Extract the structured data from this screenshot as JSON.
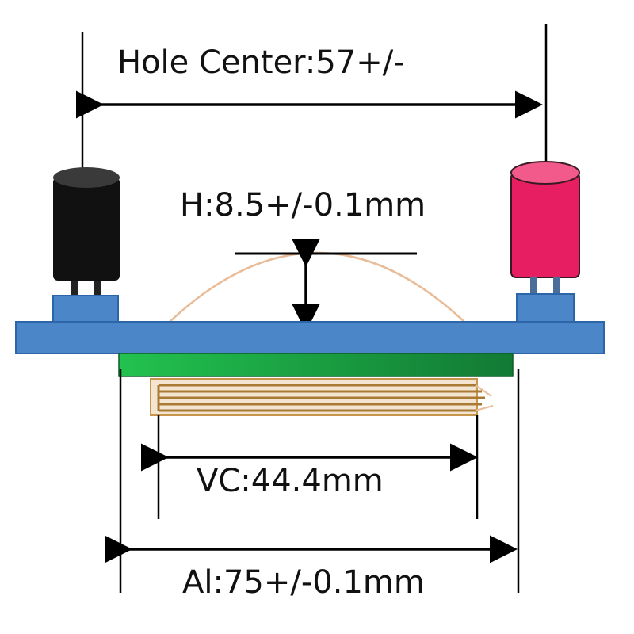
{
  "labels": {
    "hole_center": "Hole Center:57+/-",
    "height": "H:8.5+/-0.1mm",
    "vc": "VC:44.4mm",
    "al": "Al:75+/-0.1mm"
  },
  "colors": {
    "board_blue": "#4a86c8",
    "board_edge": "#2d66a8",
    "green_bar": "#1fae4a",
    "green_dark": "#127a34",
    "black_cylinder": "#111111",
    "red_cylinder": "#e81e63",
    "red_cylinder_top": "#f25a8c",
    "arc_color": "#e9bb96",
    "copper": "#c8964a",
    "line": "#000000"
  },
  "icons": {
    "left_cylinder": "black-electrode-cylinder",
    "right_cylinder": "red-electrode-cylinder",
    "coil": "copper-coil-element"
  }
}
